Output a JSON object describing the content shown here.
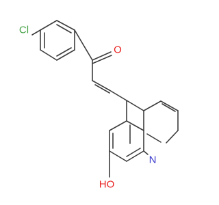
{
  "molecule": {
    "atoms": {
      "chlorine": {
        "text": "Cl",
        "color": "#44a044"
      },
      "oxygen_ketone": {
        "text": "O",
        "color": "#e8211f"
      },
      "nitrogen": {
        "text": "N",
        "color": "#3a3acd"
      },
      "hydroxyl": {
        "text": "HO",
        "color": "#e8211f"
      }
    },
    "bond_color": "#3c3c3c"
  }
}
